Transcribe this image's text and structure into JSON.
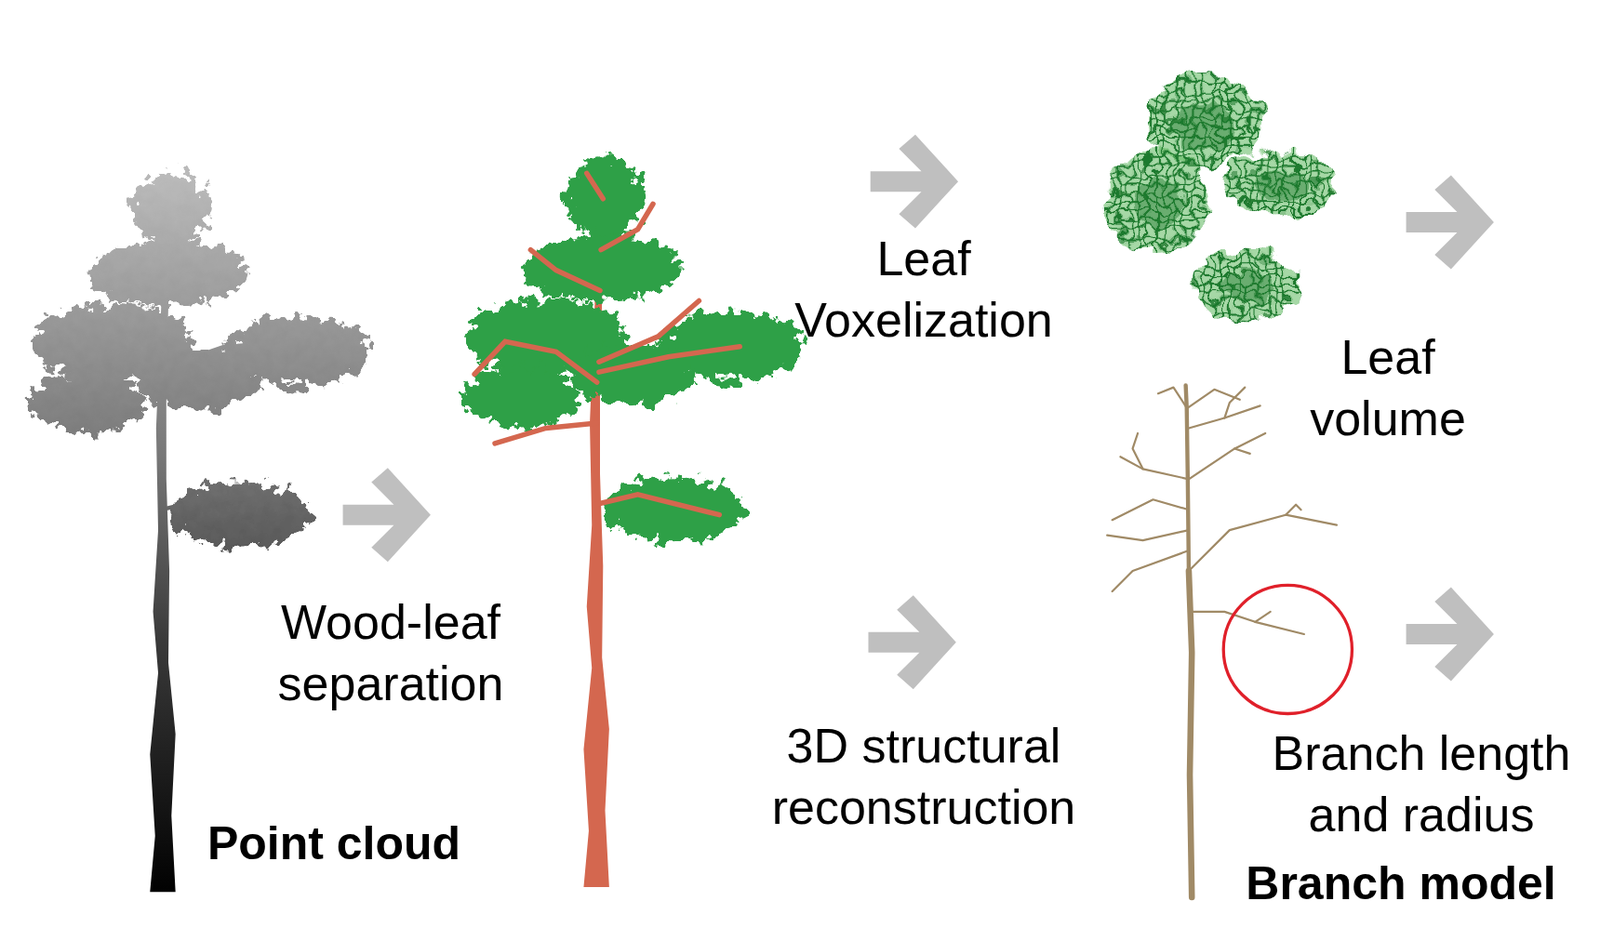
{
  "diagram": {
    "labels": [
      "Point cloud",
      "Wood-leaf separation",
      "Leaf Voxelization",
      "Leaf volume",
      "3D structural reconstruction",
      "Branch length and radius",
      "Branch model"
    ]
  }
}
